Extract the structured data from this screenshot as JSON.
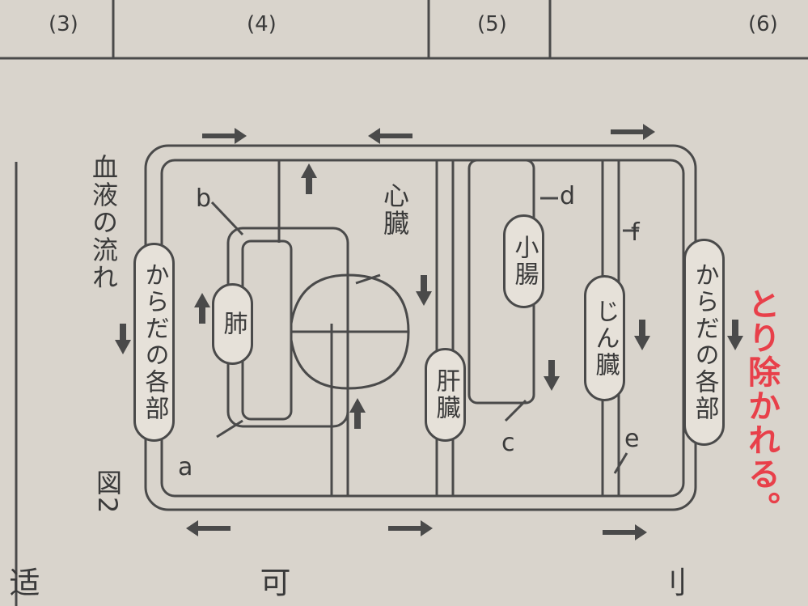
{
  "figure": {
    "title": "図2",
    "legend": "血液の流れ",
    "labels": {
      "heart": "心臓",
      "lungs": "肺",
      "liver": "肝臓",
      "small_intestine": "小腸",
      "kidney": "じん臓",
      "body_top": "からだの各部",
      "body_bottom": "からだの各部"
    },
    "letters": {
      "a": "a",
      "b": "b",
      "c": "c",
      "d": "d",
      "e": "e",
      "f": "f"
    }
  },
  "side_numbers": [
    "(3)",
    "(4)",
    "(5)",
    "(6)"
  ],
  "red_text": "とり除かれる。",
  "left_fragments": [
    "适",
    "可",
    "刂"
  ]
}
